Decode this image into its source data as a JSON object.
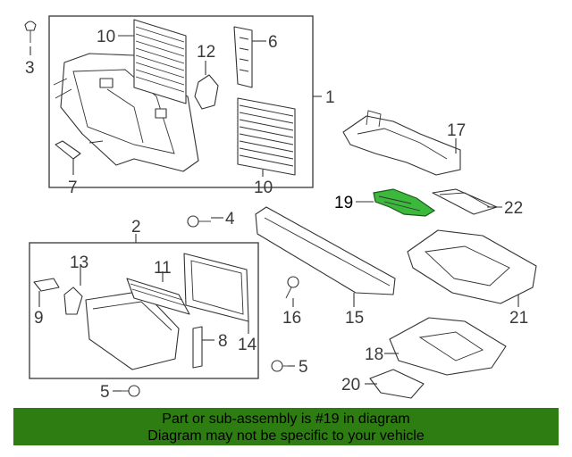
{
  "callouts": {
    "c1": "1",
    "c2": "2",
    "c3": "3",
    "c4": "4",
    "c5a": "5",
    "c5b": "5",
    "c6": "6",
    "c7": "7",
    "c8": "8",
    "c9": "9",
    "c10a": "10",
    "c10b": "10",
    "c11": "11",
    "c12": "12",
    "c13": "13",
    "c14": "14",
    "c15": "15",
    "c16": "16",
    "c17": "17",
    "c18": "18",
    "c19": "19",
    "c20": "20",
    "c21": "21",
    "c22": "22"
  },
  "highlight": {
    "part_number": "19",
    "color": "#3cb83c"
  },
  "banner": {
    "line1": "Part or sub-assembly is #19 in diagram",
    "line2": "Diagram may not be specific to your vehicle",
    "color": "#2e7d12"
  }
}
